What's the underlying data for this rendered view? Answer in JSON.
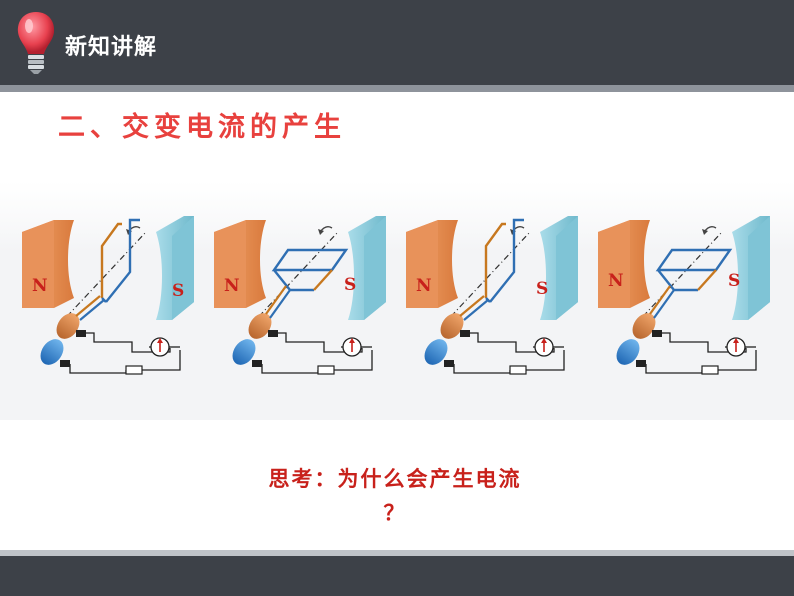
{
  "header": {
    "title": "新知讲解",
    "icon": "lightbulb-icon",
    "background": "#3d4148"
  },
  "section": {
    "title": "二、交变电流的产生",
    "color": "#e8413e"
  },
  "figures": [
    {
      "north_label": "N",
      "south_label": "S",
      "coil": "vertical"
    },
    {
      "north_label": "N",
      "south_label": "S",
      "coil": "horizontal"
    },
    {
      "north_label": "N",
      "south_label": "S",
      "coil": "vertical"
    },
    {
      "north_label": "N",
      "south_label": "S",
      "coil": "horizontal"
    }
  ],
  "question": {
    "line1": "思考：为什么会产生电流",
    "line2": "？",
    "color": "#c8211b"
  },
  "colors": {
    "north_magnet": "#e8925a",
    "south_magnet": "#8fd0e0",
    "coil": "#2f6fb3",
    "footer": "#3d4148"
  }
}
